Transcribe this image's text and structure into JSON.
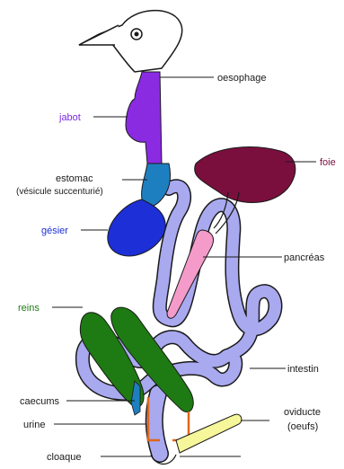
{
  "labels": {
    "oesophage": "oesophage",
    "jabot": "jabot",
    "estomac": "estomac",
    "estomac_sub": "(vésicule succenturié)",
    "gesier": "gésier",
    "foie": "foie",
    "pancreas": "pancréas",
    "reins": "reins",
    "intestin": "intestin",
    "caecums": "caecums",
    "urine": "urine",
    "oviducte": "oviducte",
    "oviducte_sub": "(oeufs)",
    "cloaque": "cloaque"
  },
  "colors": {
    "oesophage_jabot": "#8a2be2",
    "estomac": "#1e7fc0",
    "gesier": "#1d2fd6",
    "foie": "#7a0f3d",
    "pancreas": "#f59bc9",
    "reins": "#1e7a12",
    "intestin": "#a9a9f0",
    "urine": "#e0661a",
    "oviducte": "#f6f69a",
    "outline": "#1a1a1a",
    "label_default": "#1a1a1a",
    "label_jabot": "#7b2be0",
    "label_gesier": "#1d2fd6",
    "label_foie": "#7a0f3d",
    "label_reins": "#1e7a12"
  }
}
